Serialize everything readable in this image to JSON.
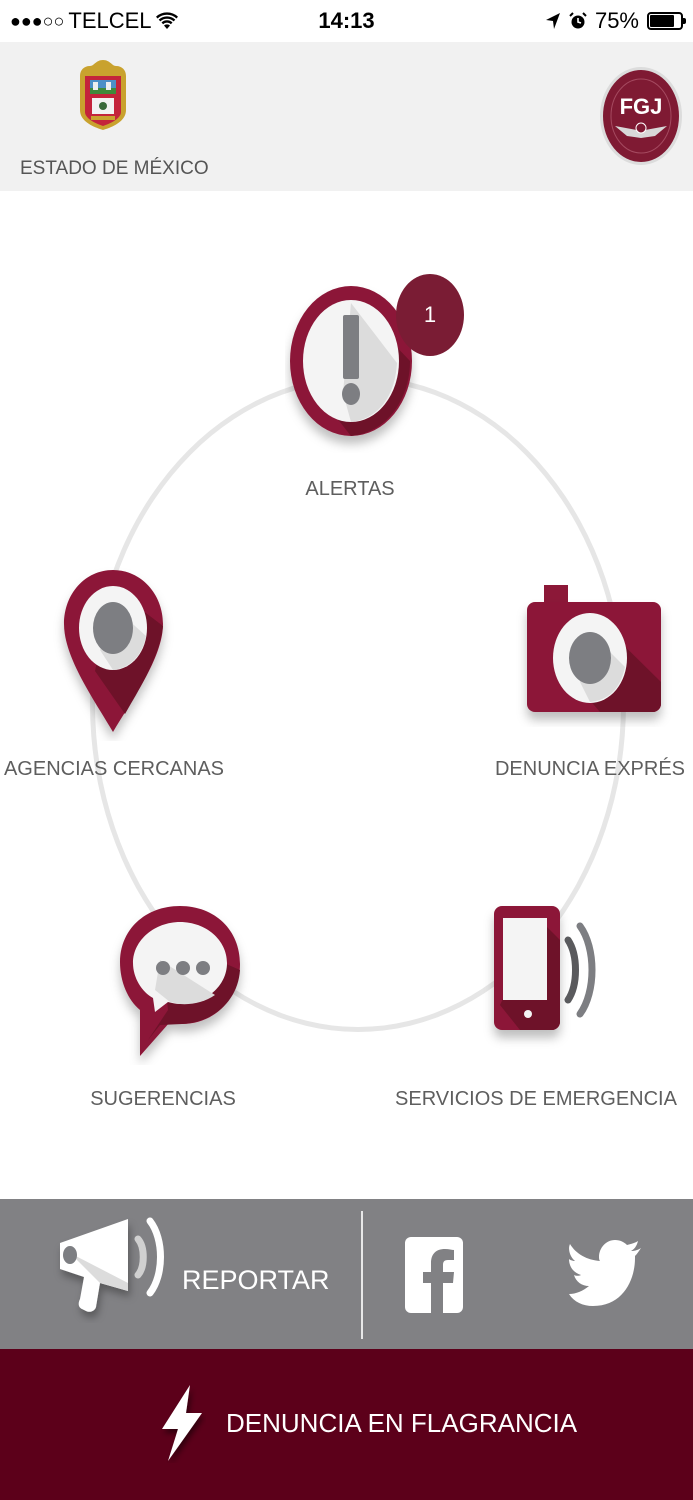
{
  "status_bar": {
    "signal": "●●●○○",
    "carrier": "TELCEL",
    "time": "14:13",
    "battery_percent": "75%",
    "icons": [
      "wifi-icon",
      "location-arrow-icon",
      "alarm-icon",
      "battery-icon"
    ]
  },
  "header": {
    "state_name": "ESTADO DE MÉXICO",
    "left_logo": "estado-de-mexico-crest",
    "right_logo": "FGJ",
    "right_logo_text": "FGJ"
  },
  "menu": {
    "items": [
      {
        "id": "alertas",
        "label": "ALERTAS",
        "icon": "exclamation-icon",
        "badge": "1"
      },
      {
        "id": "agencias",
        "label": "AGENCIAS CERCANAS",
        "icon": "map-pin-icon"
      },
      {
        "id": "denuncia-expres",
        "label": "DENUNCIA EXPRÉS",
        "icon": "camera-icon"
      },
      {
        "id": "sugerencias",
        "label": "SUGERENCIAS",
        "icon": "chat-bubble-icon"
      },
      {
        "id": "emergencia",
        "label": "SERVICIOS DE EMERGENCIA",
        "icon": "phone-signal-icon"
      }
    ]
  },
  "bottom_bar": {
    "report_label": "REPORTAR",
    "facebook": "facebook-icon",
    "twitter": "twitter-icon"
  },
  "flagrancia": {
    "label": "DENUNCIA EN FLAGRANCIA",
    "icon": "lightning-icon"
  },
  "colors": {
    "primary": "#8c1838",
    "dark_primary": "#5c001a",
    "badge": "#7a1c34",
    "gray_bar": "#818184",
    "icon_gray": "#7d7e82",
    "header_bg": "#f1f1f1"
  }
}
